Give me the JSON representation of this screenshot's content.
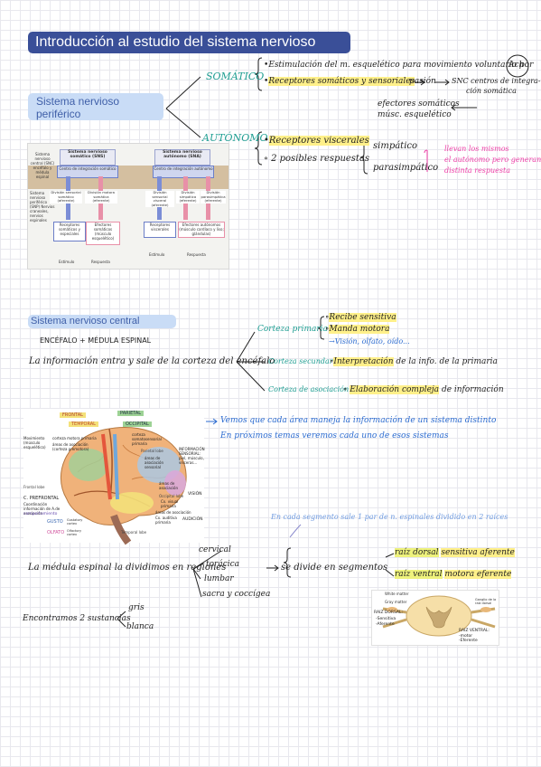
{
  "title": "Introducción al estudio del sistema nervioso",
  "section1": {
    "label": "Sistema nervioso periférico",
    "somatico": {
      "label": "SOMÁTICO",
      "item1": "Estimulación del m. esquelético para movimiento voluntario por",
      "ach": "Ach",
      "item2": "Receptores somáticos y sensoriales",
      "paso": "pasión",
      "snc": "SNC centros de integra-",
      "snc2": "ción somática",
      "efectores1": "efectores somáticos",
      "efectores2": "músc. esquelético"
    },
    "autonomo": {
      "label": "AUTÓNOMO",
      "item1": "Receptores viscerales",
      "item2": "2 posibles respuestas",
      "simpatico": "simpático",
      "parasimpatico": "parasimpático",
      "note1": "llevan los mismos",
      "note2": "el autónomo pero generan",
      "note3": "distinta respuesta"
    },
    "figure": {
      "left_title": "Sistema nervioso somático (SNS)",
      "left_center": "Centro de integración somático",
      "snc": "Sistema nervioso central (SNC) encéfalo y médula espinal",
      "snp": "Sistema nervioso periférico (SNP) Nervios craneales, nervios espinales",
      "left_div1": "División sensorial somático (aferente)",
      "left_div2": "División motora somática (eferente)",
      "left_rec": "Receptores somáticos y especiales",
      "left_eff": "Efectores somáticos (músculo esquelético)",
      "right_title": "Sistema nervioso autónomo (SNA)",
      "right_center": "Centro de integración autónomo",
      "right_div1": "División sensorial visceral (aferente)",
      "right_div2": "División simpática (eferente)",
      "right_div3": "División parasimpática (eferente)",
      "right_rec": "Receptores viscerales",
      "right_eff": "Efectores autónomos (músculo cardíaco y liso; glándulas)",
      "estimulo": "Estímulo",
      "respuesta": "Respuesta"
    }
  },
  "section2": {
    "label": "Sistema nervioso central",
    "encefalo": "ENCÉFALO + MÉDULA ESPINAL",
    "info": "La información entra y sale de la corteza del encéfalo",
    "c_primaria": "Corteza primaria",
    "recibe": "Recibe sensitiva",
    "manda": "Manda motora",
    "vision": "Visión, olfato, oído...",
    "c_secundaria": "Corteza secundaria",
    "interpretacion": "Interpretación",
    "interp_rest": "de la info. de la primaria",
    "c_asociacion": "Corteza de asociación",
    "elaboracion": "Elaboración compleja",
    "elab_rest": "de información",
    "brain_note1": "Vemos que cada área maneja la información de un sistema distinto",
    "brain_note2": "En próximos temas veremos cada uno de esos sistemas",
    "brain": {
      "frontal": "FRONTAL",
      "parietal": "PARIETAL",
      "temporal": "TEMPORAL",
      "occipital": "OCCIPITAL",
      "mov": "Movimiento (músculo esquelético)",
      "c_motora": "corteza motora primaria",
      "a_asoc": "áreas de asociación (corteza premotora)",
      "somato": "corteza somatosensorial primaria",
      "parietal_lobe": "Parietal lobe",
      "info_sens": "INFORMACIÓN SENSORIAL: piel, músculo, vísceras...",
      "asoc_sens": "áreas de asociación sensorial",
      "frontal_lobe": "Frontal lobe",
      "prefrontal": "C. PREFRONTAL",
      "coord": "Coordinación información de A.de asociación",
      "comportamiento": "comportamiento",
      "gusto": "GUSTO",
      "gust_cortex": "Gustatory cortex",
      "olfato": "OLFATO",
      "olf_cortex": "Olfactory cortex",
      "areas_asoc": "áreas de asociación",
      "occ_lobe": "Occipital lobe",
      "cx_visual": "Cx. visual primaria",
      "vision": "VISIÓN",
      "areas_asoc2": "áreas de asociación",
      "cx_auditiva": "Cx. auditiva primaria",
      "temporal_lobe": "Temporal lobe",
      "audicion": "AUDICIÓN"
    },
    "segmento_note": "En cada segmento sale 1 par de n. espinales dividido en 2 raíces",
    "medula": "La médula espinal la dividimos en regiones",
    "cervical": "cervical",
    "toracica": "torácica",
    "lumbar": "lumbar",
    "sacra": "sacra y coccígea",
    "segmentos": "se divide en segmentos",
    "raiz_dorsal": "raíz dorsal",
    "raiz_dorsal_rest": "sensitiva aferente",
    "raiz_ventral": "raíz ventral",
    "raiz_ventral_rest": "motora eferente",
    "sustancias": "Encontramos 2 sustancias",
    "gris": "gris",
    "blanca": "blanca",
    "cord": {
      "white": "White matter",
      "gray": "Gray matter",
      "ganglio": "Ganglio de la raíz dorsal",
      "dorsal": "RAIZ DORSAL:",
      "sens": "-Sensitiva",
      "af": "-Aferente",
      "ventral": "RAIZ VENTRAL:",
      "motor": "-motor",
      "ef": "-Eferente"
    }
  }
}
